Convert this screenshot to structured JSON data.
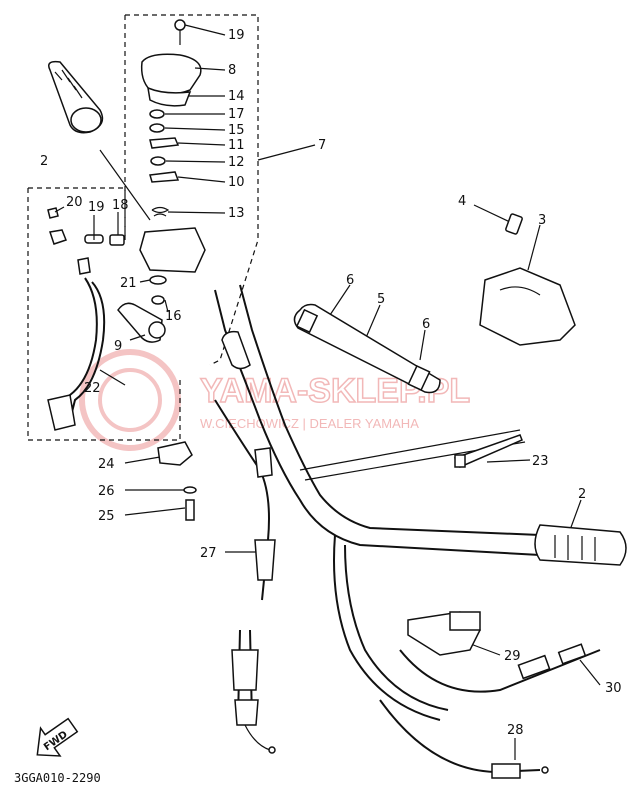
{
  "watermark": {
    "brand": "YAMA-SKLEP.PL",
    "subtitle": "W.CIECHOWICZ | DEALER YAMAHA"
  },
  "diagram_code": "3GGA010-2290",
  "fwd_label": "FWD",
  "part_labels": {
    "p1": "2",
    "p2": "19",
    "p3": "8",
    "p4": "14",
    "p5": "17",
    "p6": "15",
    "p7": "11",
    "p8": "12",
    "p9": "10",
    "p10": "7",
    "p11": "13",
    "p12": "20",
    "p13": "19",
    "p14": "18",
    "p15": "4",
    "p16": "3",
    "p17": "6",
    "p18": "5",
    "p19": "6",
    "p20": "21",
    "p21": "16",
    "p22": "9",
    "p23": "22",
    "p24": "23",
    "p25": "24",
    "p26": "26",
    "p27": "25",
    "p28": "2",
    "p29": "27",
    "p30": "29",
    "p31": "30",
    "p32": "28"
  }
}
